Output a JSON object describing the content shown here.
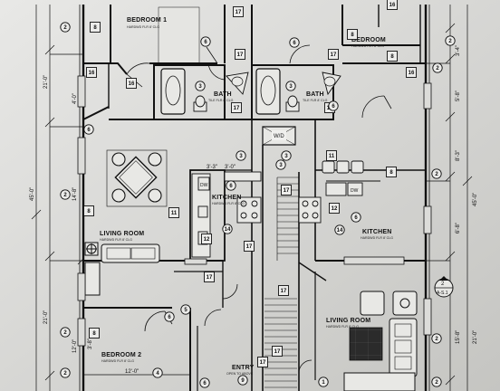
{
  "plan": {
    "rooms": [
      {
        "id": "bedroom-1",
        "name": "BEDROOM 1",
        "sub": "HARDWD FLR 8' CLG"
      },
      {
        "id": "bedroom-top-right",
        "name": "BEDROOM",
        "sub": "HARDWD FLR 8' CLG"
      },
      {
        "id": "bath-left",
        "name": "BATH",
        "sub": "TILE FLR 8' CLG"
      },
      {
        "id": "bath-right",
        "name": "BATH",
        "sub": "TILE FLR 8' CLG"
      },
      {
        "id": "kitchen-left",
        "name": "KITCHEN",
        "sub": "HARDWD FLR 8' CLG"
      },
      {
        "id": "kitchen-right",
        "name": "KITCHEN",
        "sub": "HARDWD FLR 8' CLG"
      },
      {
        "id": "living-room-left",
        "name": "LIVING ROOM",
        "sub": "HARDWD FLR 8' CLG"
      },
      {
        "id": "living-room-right",
        "name": "LIVING ROOM",
        "sub": "HARDWD FLR 8' CLG"
      },
      {
        "id": "bedroom-2",
        "name": "BEDROOM 2",
        "sub": "HARDWD FLR 8' CLG"
      },
      {
        "id": "entry",
        "name": "ENTRY",
        "sub": "OPEN TO ABOVE"
      }
    ],
    "dimensions": {
      "left_21a": "21'-0\"",
      "left_45": "45'-0\"",
      "left_21b": "21'-0\"",
      "left_4": "4'-0\"",
      "left_14": "14'-8\"",
      "left_12": "12'-0\"",
      "left_3": "3'-8\"",
      "bottom_12": "12'-0\"",
      "right_3": "3'-4\"",
      "right_5": "5'-8\"",
      "right_8": "8'-3\"",
      "right_45": "45'-0\"",
      "right_6": "6'-8\"",
      "right_21": "21'-0\"",
      "right_15": "15'-8\"",
      "top_3a": "3'-3\"",
      "top_3b": "3'-0\""
    },
    "wd_label": "W/D",
    "dw_left": "DW",
    "dw_right": "DW",
    "section_ref": {
      "num": "2",
      "sheet": "A-S.1"
    },
    "tags": {
      "t2a": "2",
      "t8a": "8",
      "t17a": "17",
      "t16a": "16",
      "t6a": "6",
      "t6b": "6",
      "t17b": "17",
      "t17c": "17",
      "t17d": "17",
      "t17e": "17",
      "t16b": "16",
      "t3a": "3",
      "t3b": "3",
      "t17f": "17",
      "t17g": "17",
      "t6c": "6",
      "t6d": "6",
      "t8b": "8",
      "t2b": "2",
      "t8c": "8",
      "t16c": "16",
      "t6e": "6",
      "t3c": "3",
      "t3d": "3",
      "t3e": "3",
      "t11a": "11",
      "t11b": "11",
      "t8d": "8",
      "t2c": "2",
      "t2d": "2",
      "t8e": "8",
      "t6f": "6",
      "t12a": "12",
      "t14a": "14",
      "t14b": "14",
      "t2e": "2",
      "t6g": "6",
      "t17h": "17",
      "t17i": "17",
      "t2f": "2",
      "t2g": "2",
      "t8f": "8",
      "t5a": "5",
      "t6h": "6",
      "t2h": "2",
      "t8g": "8",
      "t4a": "4",
      "t9a": "9",
      "t1a": "1",
      "t12b": "12",
      "t17j": "17",
      "t17k": "17",
      "t2i": "2",
      "t6i": "6",
      "t2j": "2",
      "t2k": "2",
      "t17l": "17",
      "t2l": "2"
    }
  }
}
